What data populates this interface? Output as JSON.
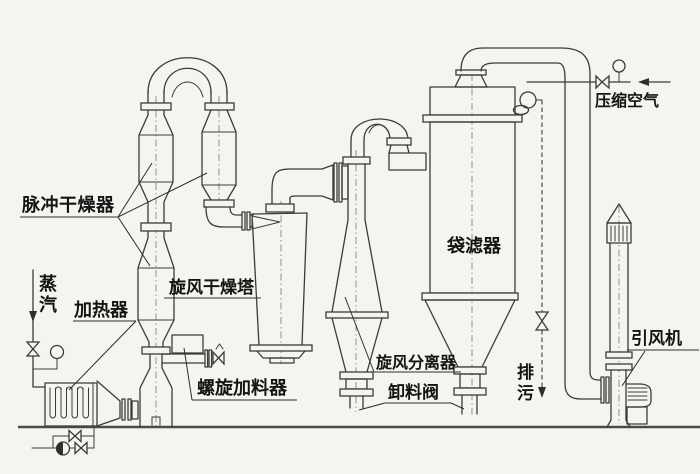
{
  "diagram": {
    "description": "Process flow diagram of a pulse drying system",
    "colors": {
      "line": "#3b3b3b",
      "background": "#f6f4ee",
      "text": "#141414"
    },
    "labels": {
      "pulse_dryer": "脉冲干燥器",
      "steam": [
        "蒸",
        "汽"
      ],
      "heater": "加热器",
      "cyclone_drying_tower": "旋风干燥塔",
      "screw_feeder": "螺旋加料器",
      "cyclone_separator": "旋风分离器",
      "discharge_valve": "卸料阀",
      "bag_filter": "袋滤器",
      "blowdown": [
        "排",
        "污"
      ],
      "compressed_air": "压缩空气",
      "induced_draft_fan": "引风机"
    }
  }
}
